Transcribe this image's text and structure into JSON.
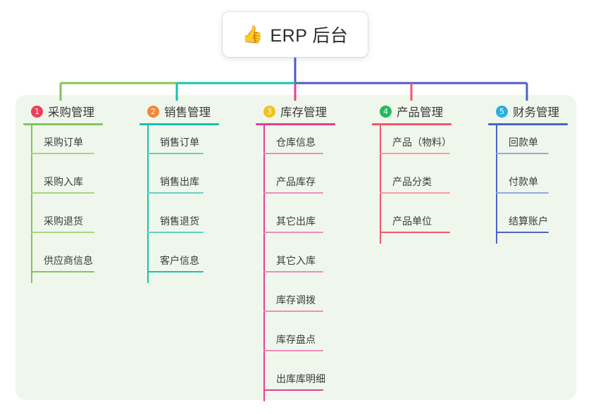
{
  "diagram": {
    "type": "mind-map",
    "root": {
      "emoji": "👍",
      "emoji_name": "thumbs-up-icon",
      "title": "ERP 后台"
    },
    "panel_background": "#eff7ec",
    "trunk_color": "#4d5bc4",
    "branches": [
      {
        "number": "1",
        "title": "采购管理",
        "badge_color": "#ef3e5c",
        "line_color": "#85c459",
        "leaf_line_color": "#a8d47f",
        "items": [
          "采购订单",
          "采购入库",
          "采购退货",
          "供应商信息"
        ]
      },
      {
        "number": "2",
        "title": "销售管理",
        "badge_color": "#f58634",
        "line_color": "#17c3ae",
        "leaf_line_color": "#63cfc4",
        "items": [
          "销售订单",
          "销售出库",
          "销售退货",
          "客户信息"
        ]
      },
      {
        "number": "3",
        "title": "库存管理",
        "badge_color": "#f5c01e",
        "line_color": "#e93d92",
        "leaf_line_color": "#f08cbb",
        "items": [
          "仓库信息",
          "产品库存",
          "其它出库",
          "其它入库",
          "库存调拨",
          "库存盘点",
          "出库库明细"
        ]
      },
      {
        "number": "4",
        "title": "产品管理",
        "badge_color": "#22bb5b",
        "line_color": "#f4566b",
        "leaf_line_color": "#f79aa2",
        "items": [
          "产品（物料）",
          "产品分类",
          "产品单位"
        ]
      },
      {
        "number": "5",
        "title": "财务管理",
        "badge_color": "#29ade3",
        "line_color": "#4a64c6",
        "leaf_line_color": "#94a9dd",
        "items": [
          "回款单",
          "付款单",
          "结算账户"
        ]
      }
    ]
  }
}
